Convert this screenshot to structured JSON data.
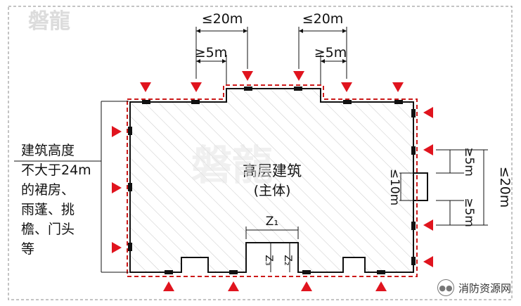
{
  "title_main": "高层建筑",
  "title_sub": "(主体)",
  "side_label_lines": [
    "建筑高度",
    "不大于24m",
    "的裙房、",
    "雨蓬、挑",
    "檐、门头",
    "等"
  ],
  "dims": {
    "top_left_max": "≤20m",
    "top_left_min": "≥5m",
    "top_right_max": "≤20m",
    "top_right_min": "≥5m",
    "right_min_upper": "≥5m",
    "right_min_lower": "≥5m",
    "right_max": "≤20m",
    "right_proj": "≤10m",
    "z1": "Z₁",
    "z2": "Z₂",
    "z3": "Z₃"
  },
  "watermark_top": "磐龍",
  "watermark_center": "磐龍",
  "watermark_bottom": "消防资源网",
  "colors": {
    "outline": "#111111",
    "redline": "#cc1a1a",
    "triangle": "#e0141e",
    "hatch": "#c8c8c8"
  }
}
